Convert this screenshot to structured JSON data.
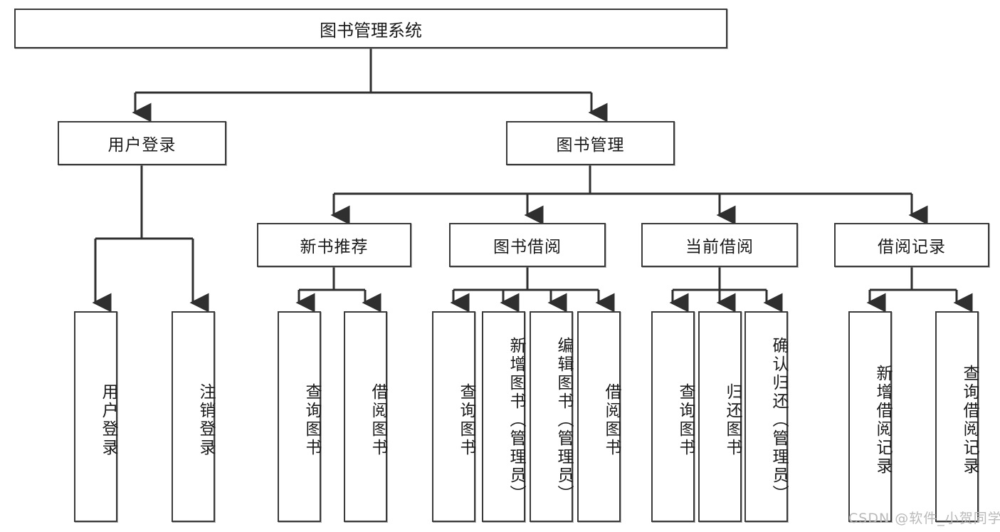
{
  "diagram": {
    "title": "图书管理系统",
    "type": "tree-hierarchy-chart",
    "colors": {
      "box_border": "#3a3a3a",
      "box_fill": "#ffffff",
      "connector": "#2f2f2f",
      "text": "#1a1a1a",
      "watermark": "#b9b9b9",
      "background": "#ffffff"
    },
    "root": {
      "label": "图书管理系统"
    },
    "level2": [
      {
        "label": "用户登录"
      },
      {
        "label": "图书管理"
      }
    ],
    "level3": [
      {
        "label": "新书推荐"
      },
      {
        "label": "图书借阅"
      },
      {
        "label": "当前借阅"
      },
      {
        "label": "借阅记录"
      }
    ],
    "leaves": {
      "user_login": [
        {
          "label": "用户登录"
        },
        {
          "label": "注销登录"
        }
      ],
      "new_book_recommend": [
        {
          "label": "查询图书"
        },
        {
          "label": "借阅图书"
        }
      ],
      "book_borrow": [
        {
          "label": "查询图书"
        },
        {
          "label": "新增图书（管理员）"
        },
        {
          "label": "编辑图书（管理员）"
        },
        {
          "label": "借阅图书"
        }
      ],
      "current_borrow": [
        {
          "label": "查询图书"
        },
        {
          "label": "归还图书"
        },
        {
          "label": "确认归还（管理员）"
        }
      ],
      "borrow_record": [
        {
          "label": "新增借阅记录"
        },
        {
          "label": "查询借阅记录"
        }
      ]
    },
    "watermark": "CSDN @软件_小贺同学"
  }
}
